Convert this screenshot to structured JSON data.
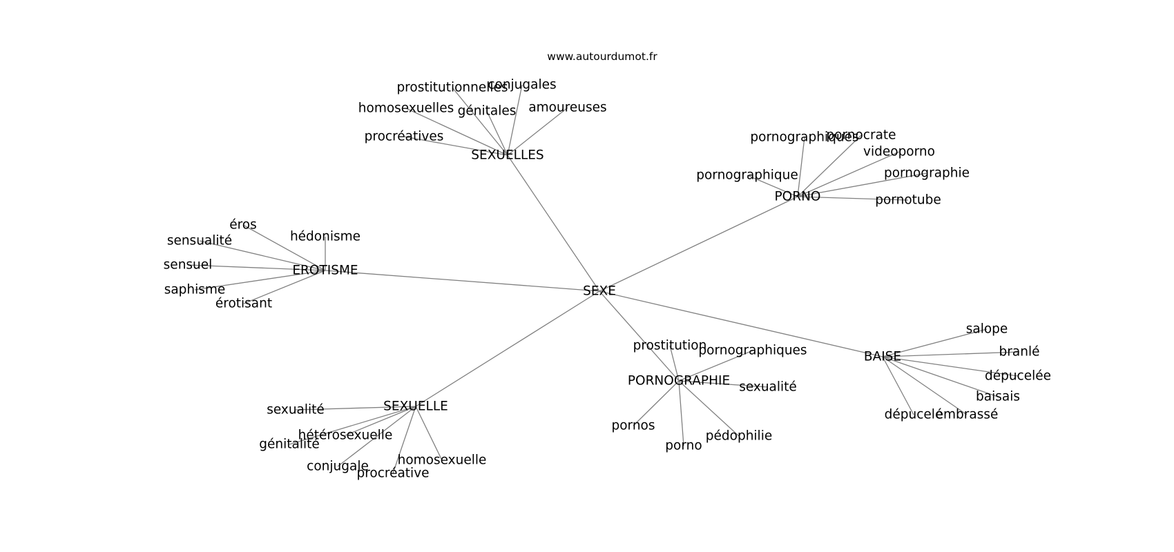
{
  "source": "www.autourdumot.fr",
  "graph": {
    "center": "SEXE",
    "clusters": [
      {
        "hub": "SEXUELLES",
        "leaves": [
          "prostitutionnelles",
          "conjugales",
          "homosexuelles",
          "génitales",
          "amoureuses",
          "procréatives"
        ]
      },
      {
        "hub": "PORNO",
        "leaves": [
          "pornographiques",
          "pornocrate",
          "videoporno",
          "pornographique",
          "pornographie",
          "pornotube"
        ]
      },
      {
        "hub": "EROTISME",
        "leaves": [
          "éros",
          "sensualité",
          "hédonisme",
          "sensuel",
          "saphisme",
          "érotisant"
        ]
      },
      {
        "hub": "PORNOGRAPHIE",
        "leaves": [
          "prostitution",
          "pornographiques",
          "sexualité",
          "pornos",
          "pédophilie",
          "porno"
        ]
      },
      {
        "hub": "BAISE",
        "leaves": [
          "salope",
          "branlé",
          "dépucelée",
          "baisais",
          "dépucelé",
          "embrassé"
        ]
      },
      {
        "hub": "SEXUELLE",
        "leaves": [
          "sexualité",
          "hétérosexuelle",
          "génitalité",
          "conjugale",
          "homosexuelle",
          "procréative"
        ]
      }
    ]
  }
}
